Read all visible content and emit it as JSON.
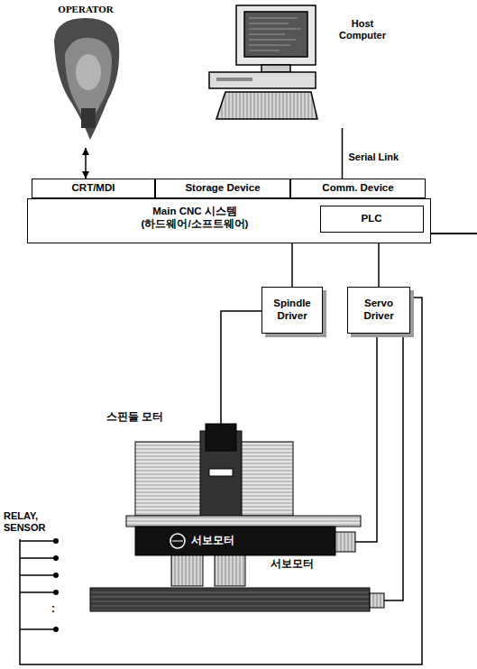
{
  "diagram": {
    "nodes": [
      {
        "text": [
          "OPERATOR"
        ]
      },
      {
        "text": [
          "Host Computer"
        ]
      },
      {
        "text": [
          "CRT/MDI"
        ]
      },
      {
        "text": [
          "Storage Device"
        ]
      },
      {
        "text": [
          "Comm. Device"
        ]
      },
      {
        "text": [
          "Main CNC 시스템 (하드웨어/소프트웨어)"
        ]
      },
      {
        "text": [
          "PLC"
        ],
        "in": 5
      },
      {
        "text": [
          "Spindle Driver"
        ]
      },
      {
        "text": [
          "Servo Driver"
        ]
      }
    ],
    "edges": [
      {
        "from": 0,
        "to": 2,
        "arrow": "both"
      },
      {
        "from": 1,
        "to": 4,
        "arrow": "none",
        "label": "Serial Link"
      },
      {
        "from": 5,
        "to": 7,
        "arrow": "none"
      },
      {
        "from": 5,
        "to": 8,
        "arrow": "none"
      }
    ],
    "labels": [
      "스핀들 모터",
      "서보모터",
      "서보모터",
      "RELAY, SENSOR",
      ":"
    ]
  }
}
